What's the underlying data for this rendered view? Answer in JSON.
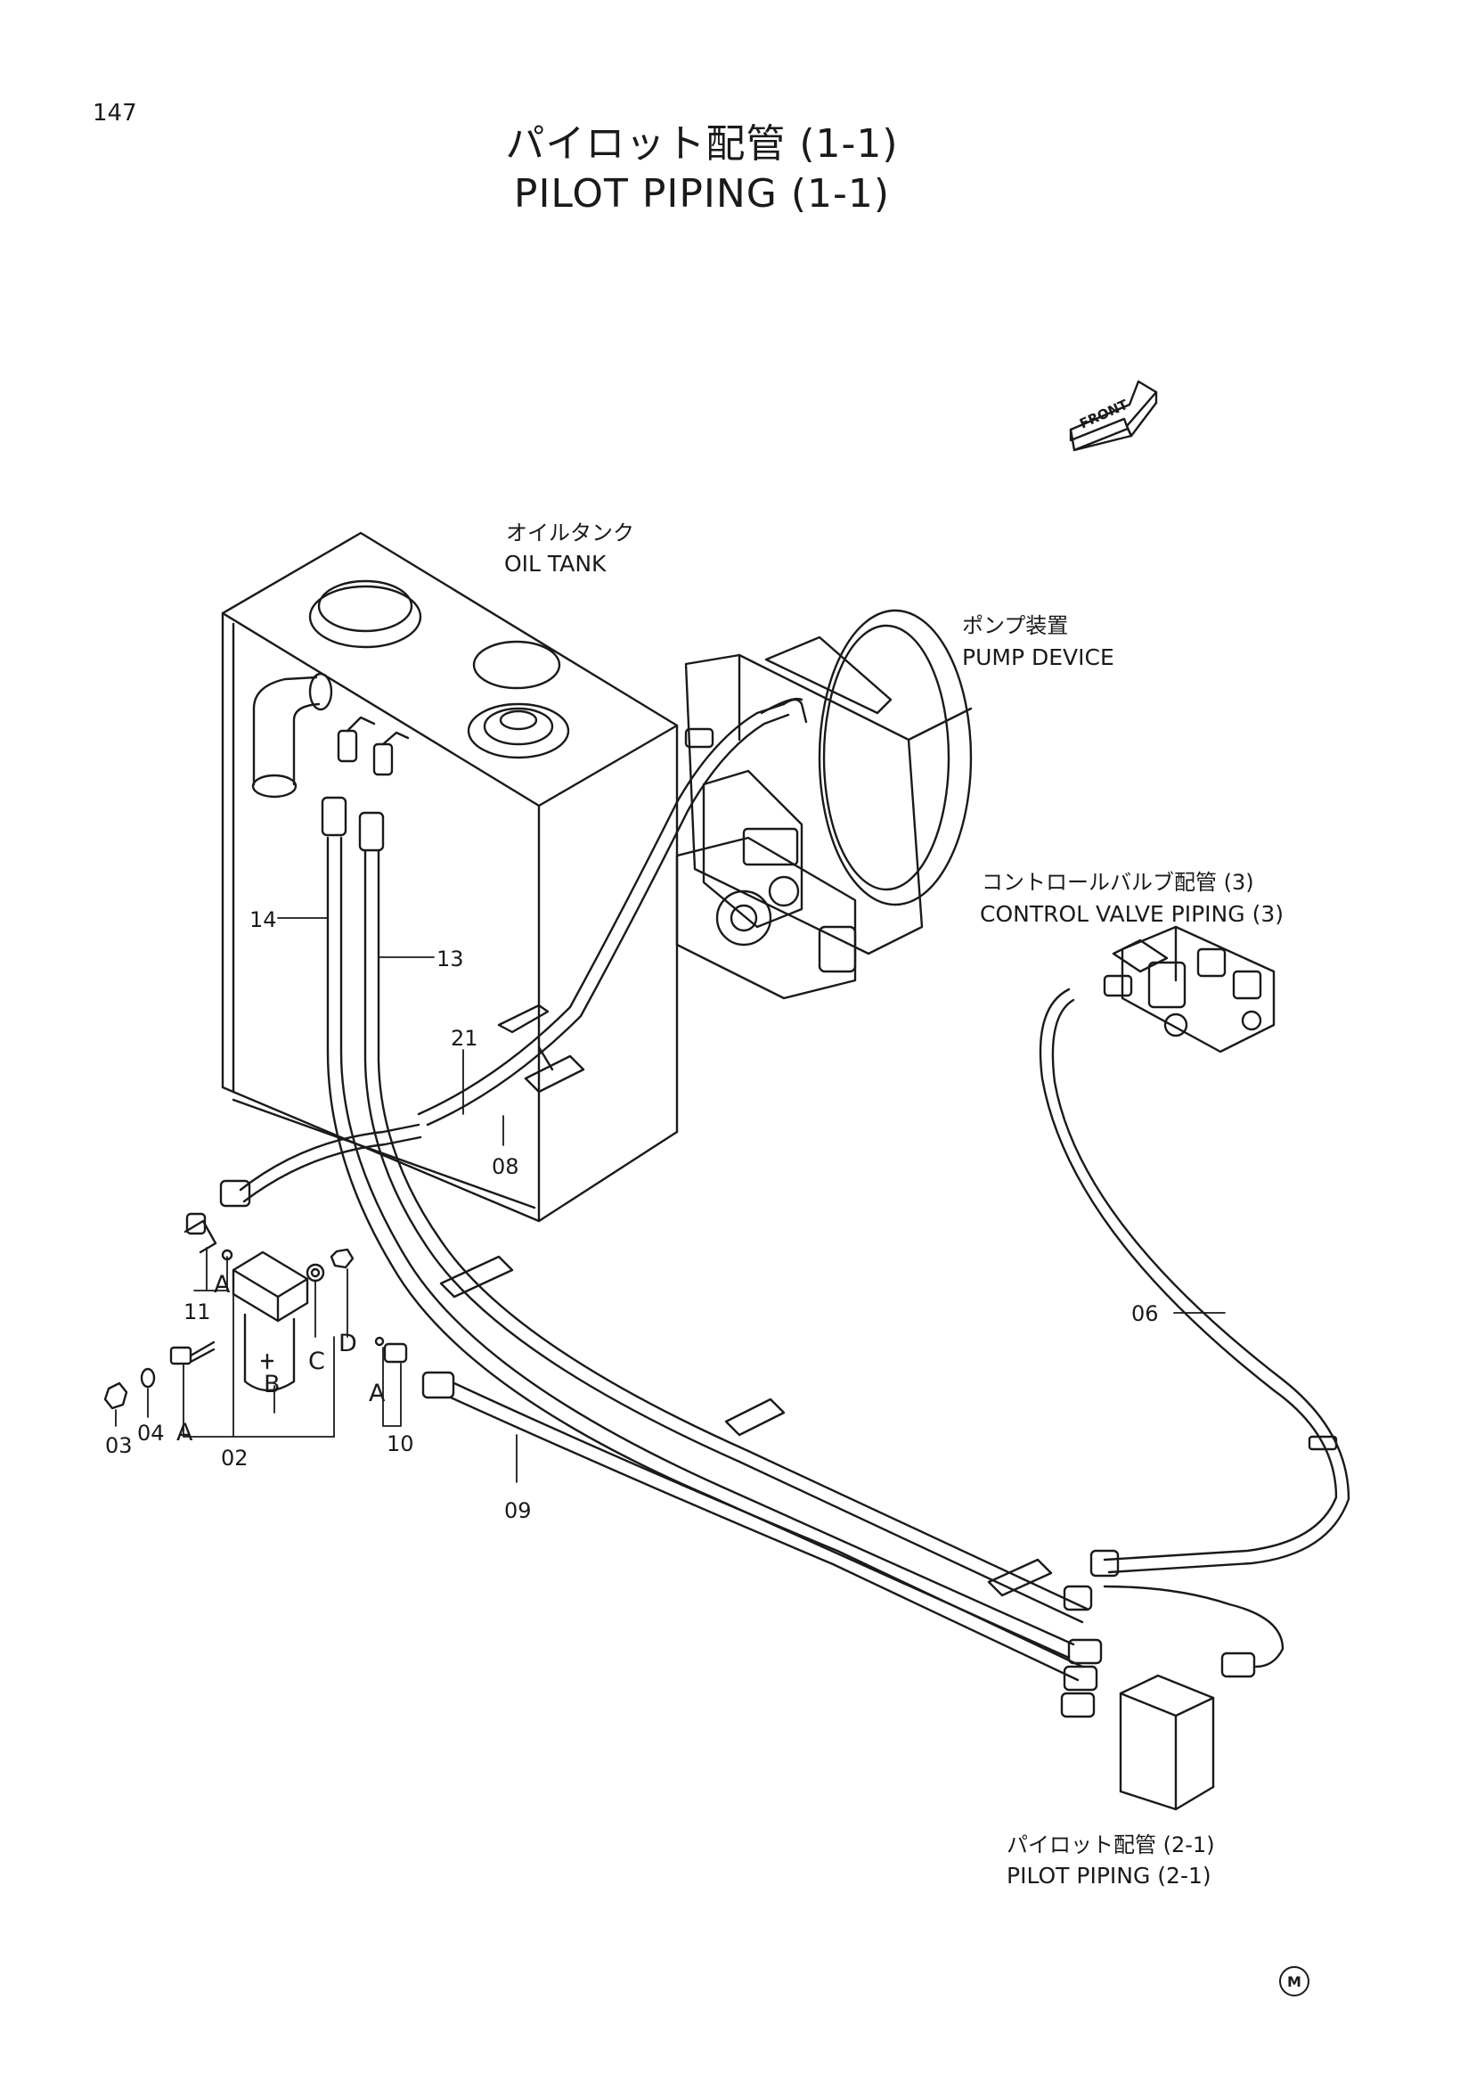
{
  "page_number": "147",
  "title": {
    "jp": "パイロット配管 (1-1)",
    "en": "PILOT PIPING (1-1)"
  },
  "front_arrow": "FRONT",
  "components": {
    "oil_tank": {
      "jp": "オイルタンク",
      "en": "OIL TANK"
    },
    "pump_device": {
      "jp": "ポンプ装置",
      "en": "PUMP DEVICE"
    },
    "control_valve_piping": {
      "jp": "コントロールバルブ配管 (3)",
      "en": "CONTROL VALVE PIPING (3)"
    },
    "pilot_piping_2_1": {
      "jp": "パイロット配管 (2-1)",
      "en": "PILOT PIPING (2-1)"
    }
  },
  "part_numbers": {
    "p14": "14",
    "p13": "13",
    "p21": "21",
    "p08": "08",
    "p11": "11",
    "p02": "02",
    "p03": "03",
    "p04": "04",
    "p10": "10",
    "p09": "09",
    "p06": "06"
  },
  "letters": {
    "a_top": "A",
    "a_left": "A",
    "a_right": "A",
    "b": "B",
    "c": "C",
    "d": "D"
  },
  "logo_mark": "M",
  "colors": {
    "ink": "#1a1a1a",
    "paper": "#ffffff"
  }
}
